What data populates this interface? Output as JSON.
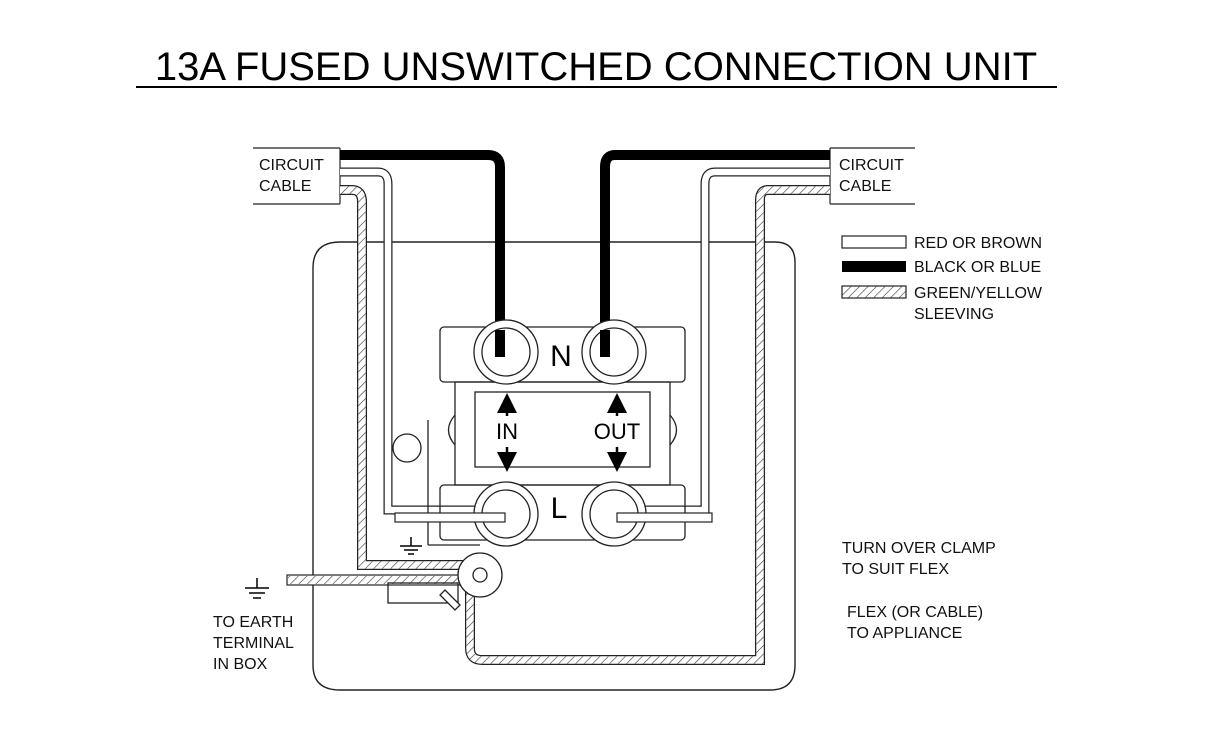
{
  "title": "13A FUSED UNSWITCHED CONNECTION UNIT",
  "cable_left": {
    "line1": "CIRCUIT",
    "line2": "CABLE"
  },
  "cable_right": {
    "line1": "CIRCUIT",
    "line2": "CABLE"
  },
  "legend": {
    "red": "RED OR BROWN",
    "black": "BLACK OR BLUE",
    "green_line1": "GREEN/YELLOW",
    "green_line2": "SLEEVING"
  },
  "terminals": {
    "neutral": "N",
    "live": "L",
    "in": "IN",
    "out": "OUT"
  },
  "earth_note": {
    "line1": "TO EARTH",
    "line2": "TERMINAL",
    "line3": "IN BOX"
  },
  "clamp_note": {
    "line1": "TURN OVER CLAMP",
    "line2": "TO SUIT FLEX"
  },
  "flex_note": {
    "line1": "FLEX (OR CABLE)",
    "line2": "TO APPLIANCE"
  },
  "colors": {
    "ink": "#111111",
    "background": "#ffffff"
  }
}
